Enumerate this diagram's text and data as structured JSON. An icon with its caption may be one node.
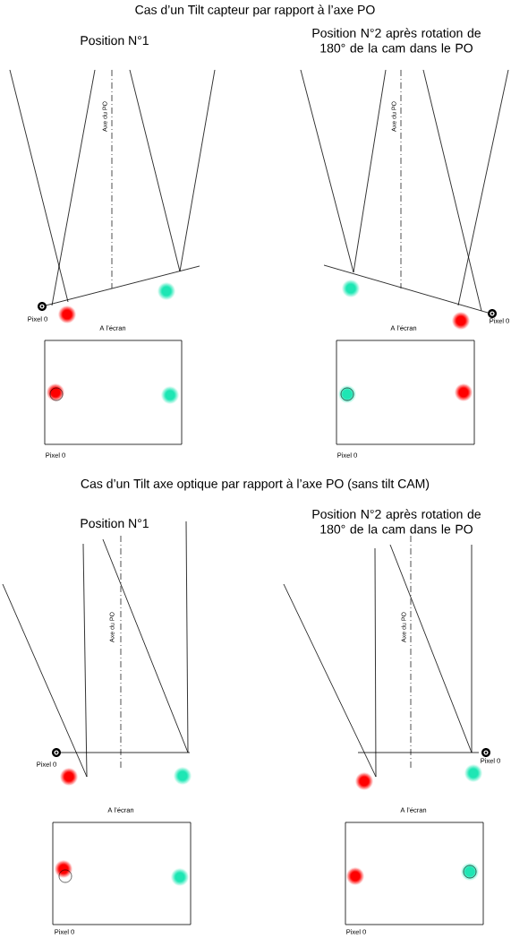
{
  "diagram": {
    "title": "Cas d’un Tilt capteur par rapport à l’axe PO",
    "labels": [
      "Position N°1",
      "Position N°2 après rotation de 180° de la cam dans le PO",
      "Axe du PO",
      "Axe du PO",
      "Pixel 0",
      "Pixel 0",
      "A l’écran",
      "A l’écran",
      "Pixel 0",
      "Pixel 0",
      "Cas d’un Tilt axe optique par rapport à l’axe PO (sans tilt CAM)",
      "Position N°1",
      "Position N°2 après rotation de 180° de la cam dans le PO",
      "Axe du PO",
      "Axe du PO",
      "Pixel 0",
      "Pixel 0",
      "A l’écran",
      "A l’écran",
      "Pixel 0",
      "Pixel 0"
    ]
  }
}
